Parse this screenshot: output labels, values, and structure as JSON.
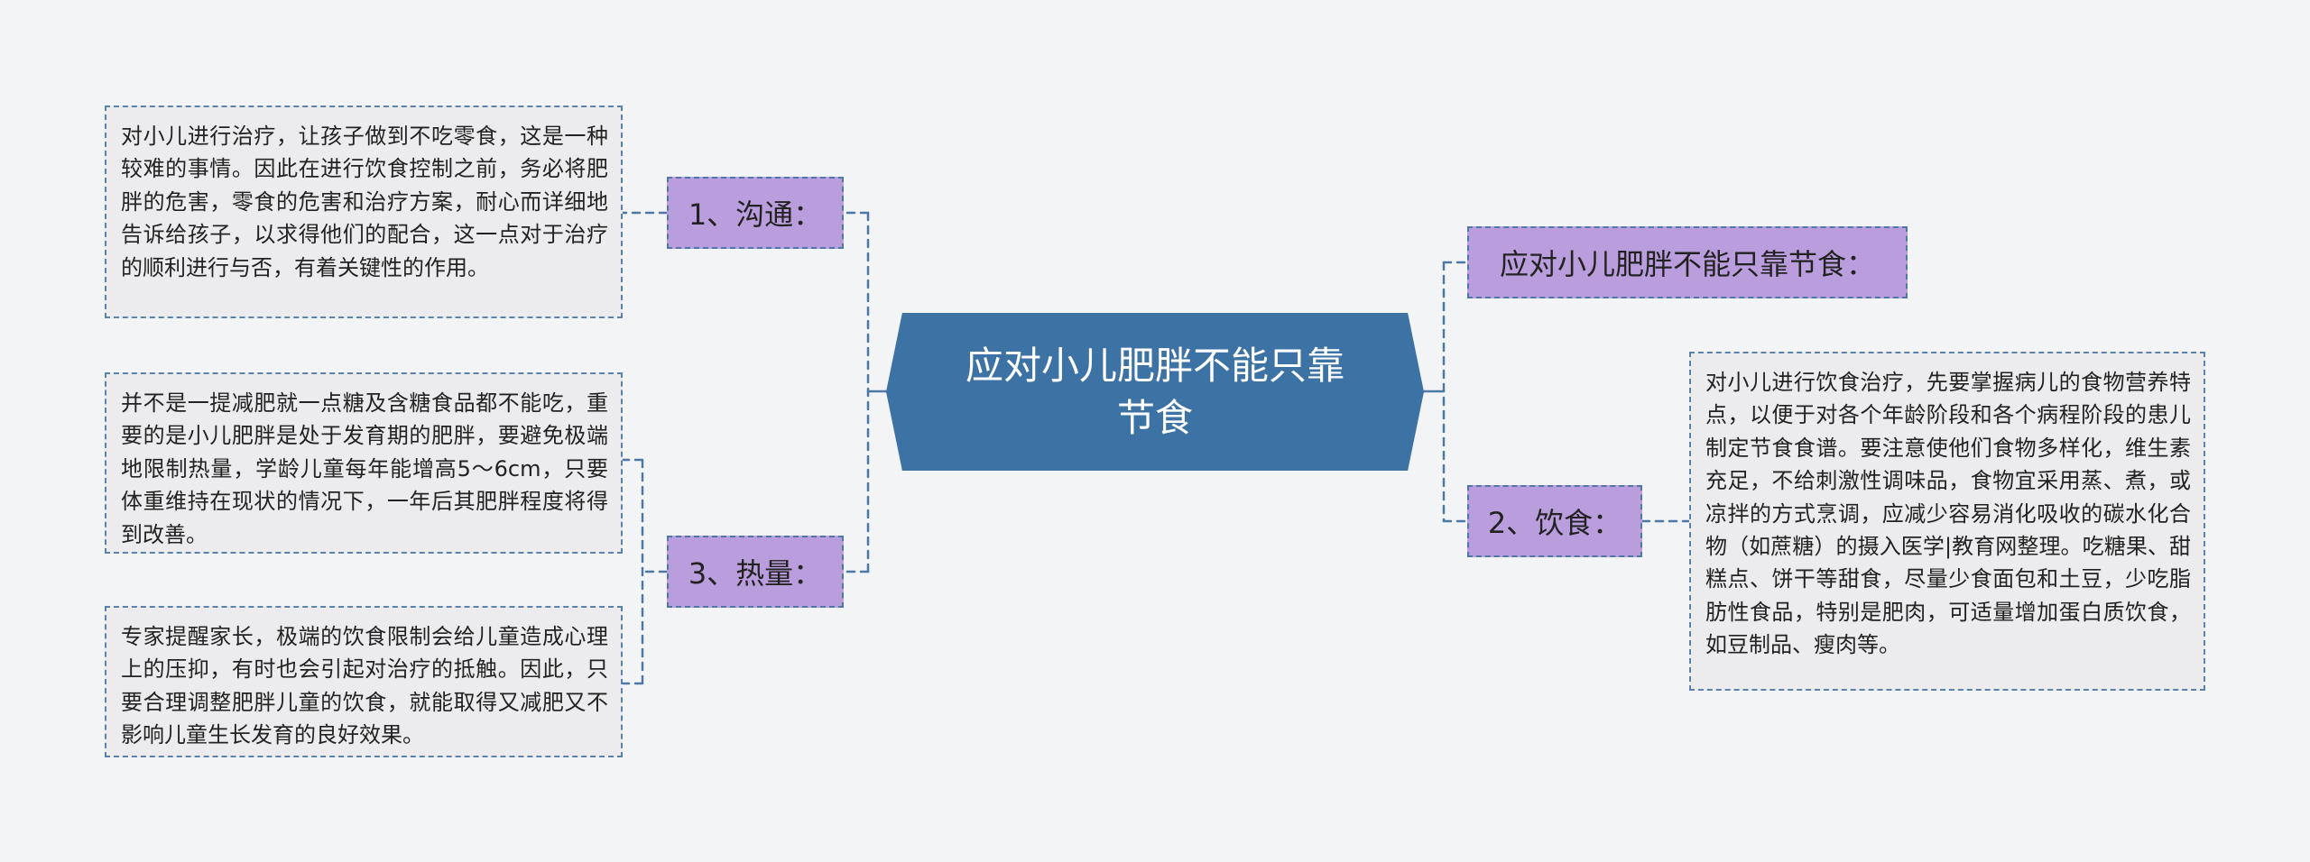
{
  "center": {
    "title": "应对小儿肥胖不能只靠节食"
  },
  "branches": {
    "communication": {
      "label": "1、沟通："
    },
    "heat": {
      "label": "3、热量："
    },
    "title_right": {
      "label": "应对小儿肥胖不能只靠节食："
    },
    "diet": {
      "label": "2、饮食："
    }
  },
  "leaves": {
    "communication": {
      "text": "对小儿进行治疗，让孩子做到不吃零食，这是一种较难的事情。因此在进行饮食控制之前，务必将肥胖的危害，零食的危害和治疗方案，耐心而详细地告诉给孩子，以求得他们的配合，这一点对于治疗的顺利进行与否，有着关键性的作用。"
    },
    "heat_1": {
      "text": "并不是一提减肥就一点糖及含糖食品都不能吃，重要的是小儿肥胖是处于发育期的肥胖，要避免极端地限制热量，学龄儿童每年能增高5～6cm，只要体重维持在现状的情况下，一年后其肥胖程度将得到改善。"
    },
    "heat_2": {
      "text": "专家提醒家长，极端的饮食限制会给儿童造成心理上的压抑，有时也会引起对治疗的抵触。因此，只要合理调整肥胖儿童的饮食，就能取得又减肥又不影响儿童生长发育的良好效果。"
    },
    "diet": {
      "text": "对小儿进行饮食治疗，先要掌握病儿的食物营养特点，以便于对各个年龄阶段和各个病程阶段的患儿制定节食食谱。要注意使他们食物多样化，维生素充足，不给刺激性调味品，食物宜采用蒸、煮，或凉拌的方式烹调，应减少容易消化吸收的碳水化合物（如蔗糖）的摄入医学|教育网整理。吃糖果、甜糕点、饼干等甜食，尽量少食面包和土豆，少吃脂肪性食品，特别是肥肉，可适量增加蛋白质饮食，如豆制品、瘦肉等。"
    }
  },
  "colors": {
    "background": "#f3f4f6",
    "center_fill": "#3d72a4",
    "branch_fill": "#b99ddc",
    "leaf_fill": "#ececee",
    "connector": "#4d78a6"
  }
}
